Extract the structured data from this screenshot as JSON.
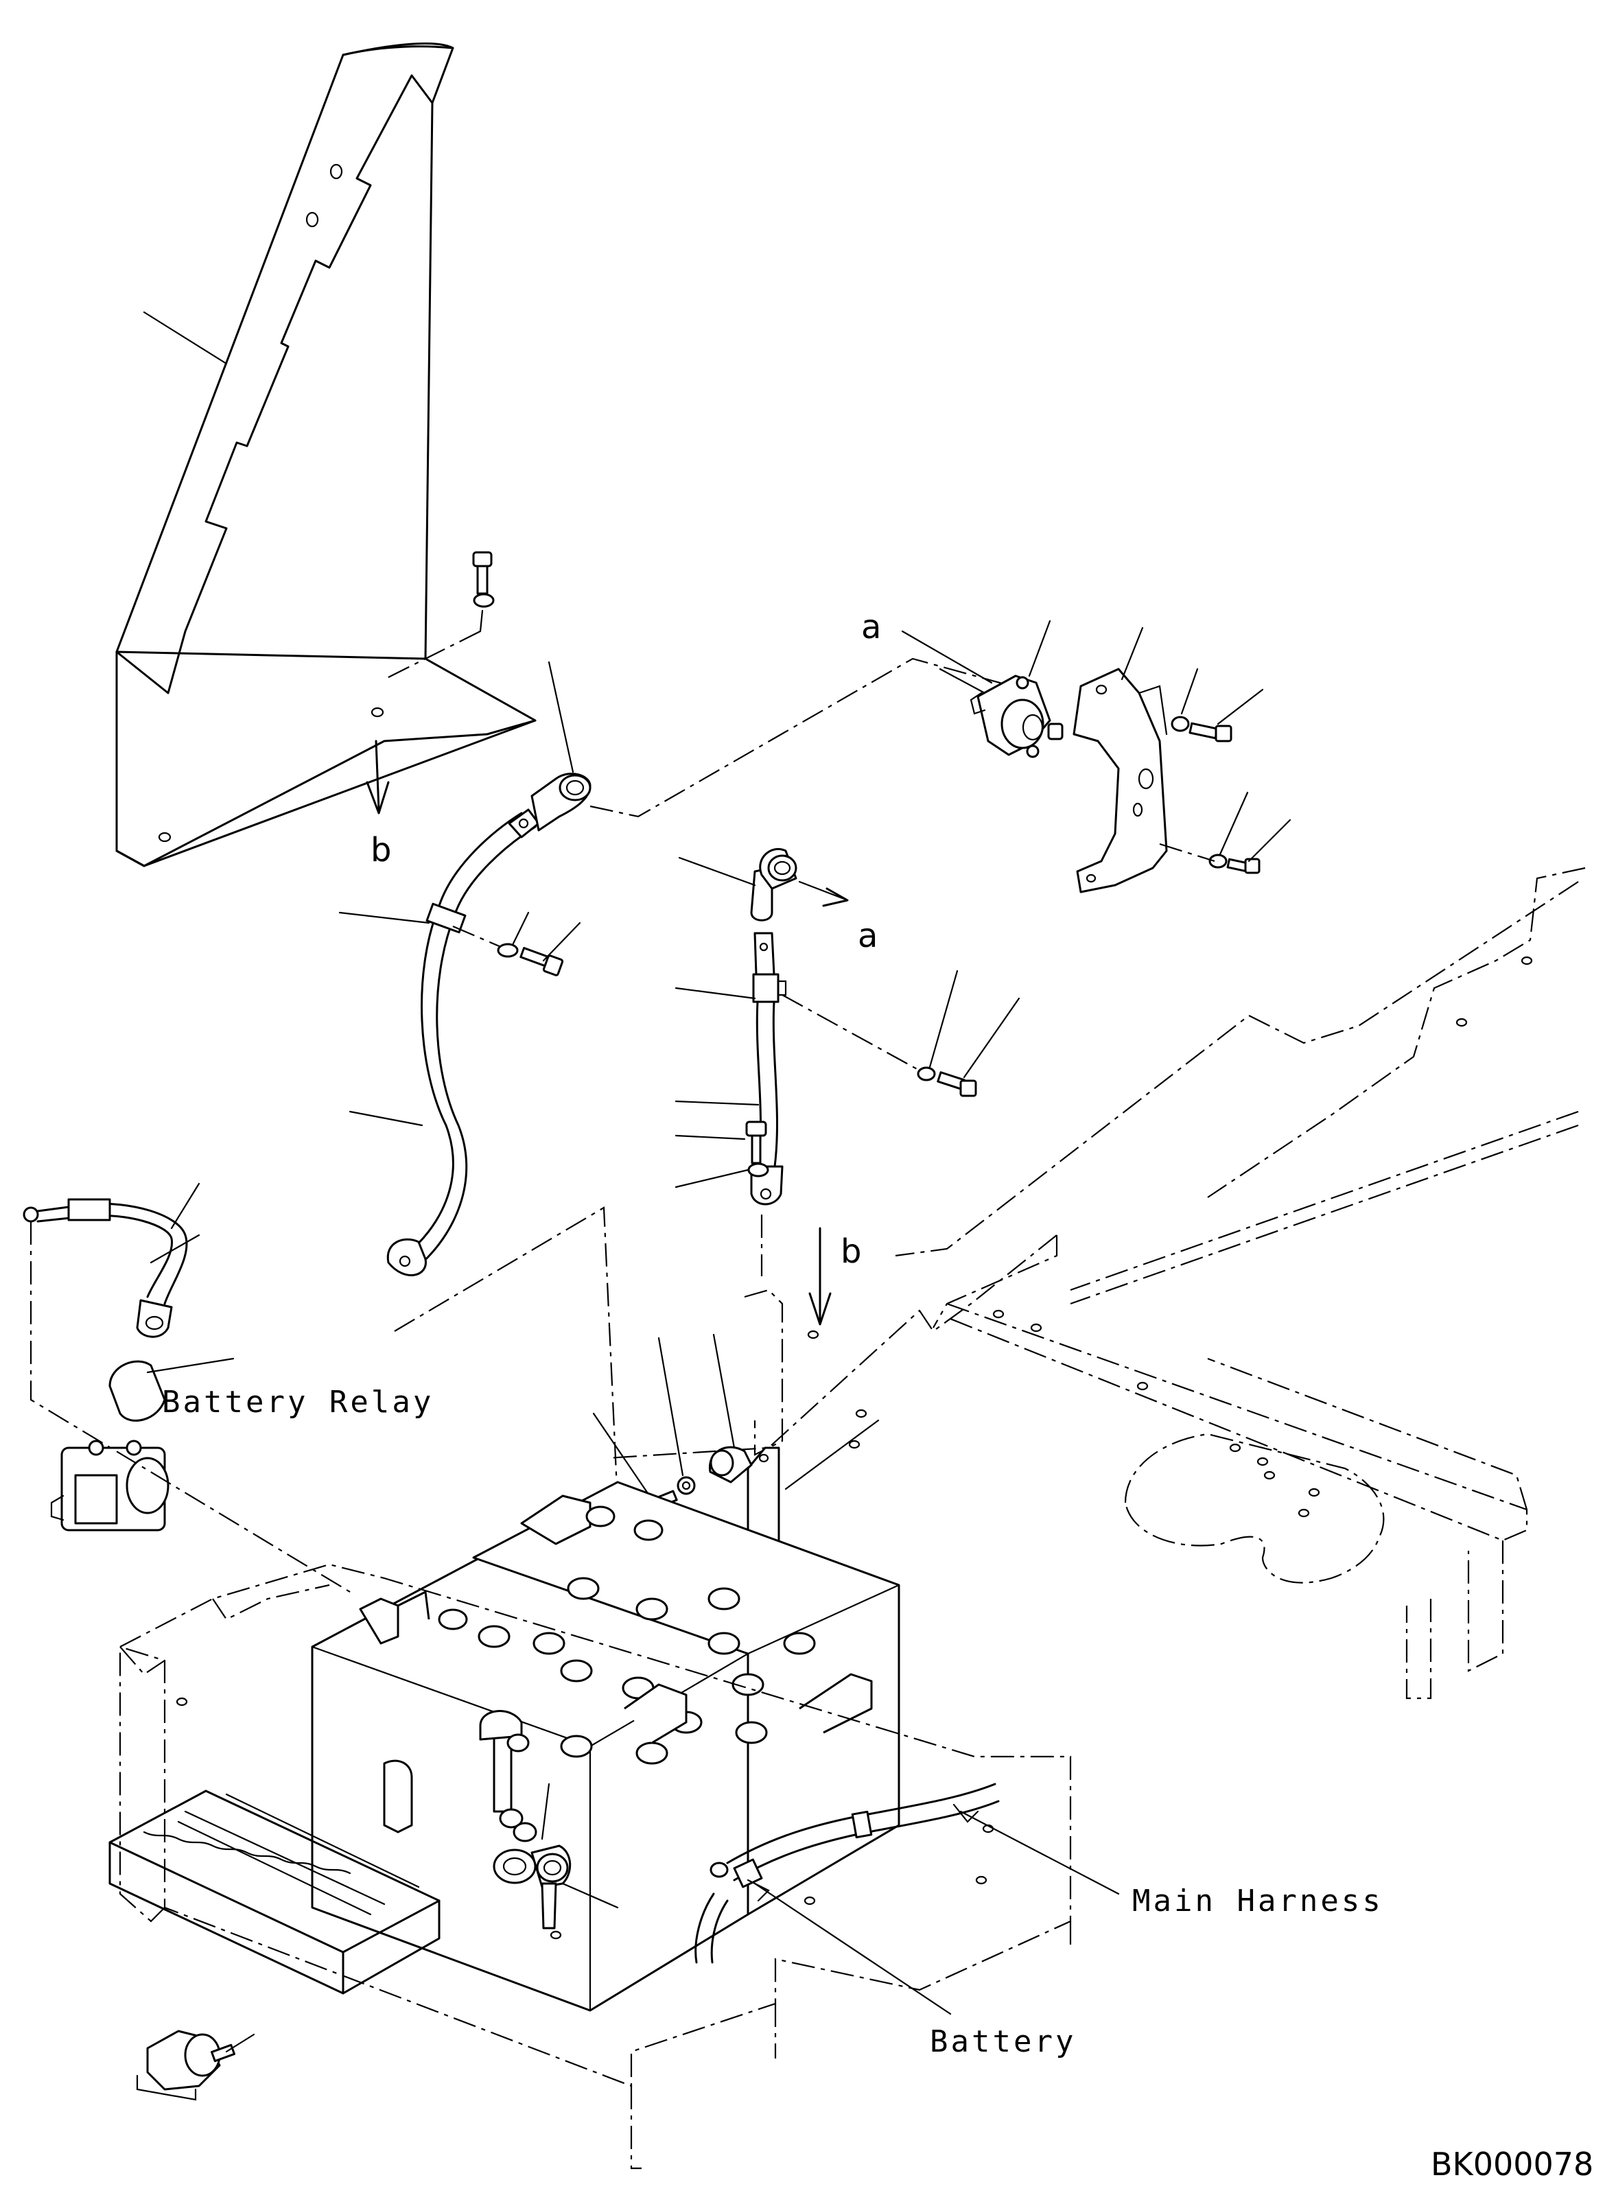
{
  "labels": {
    "battery_relay": "Battery Relay",
    "main_harness": "Main Harness",
    "battery": "Battery",
    "callout_a": "a",
    "callout_b": "b"
  },
  "drawing_code": "BK000078"
}
